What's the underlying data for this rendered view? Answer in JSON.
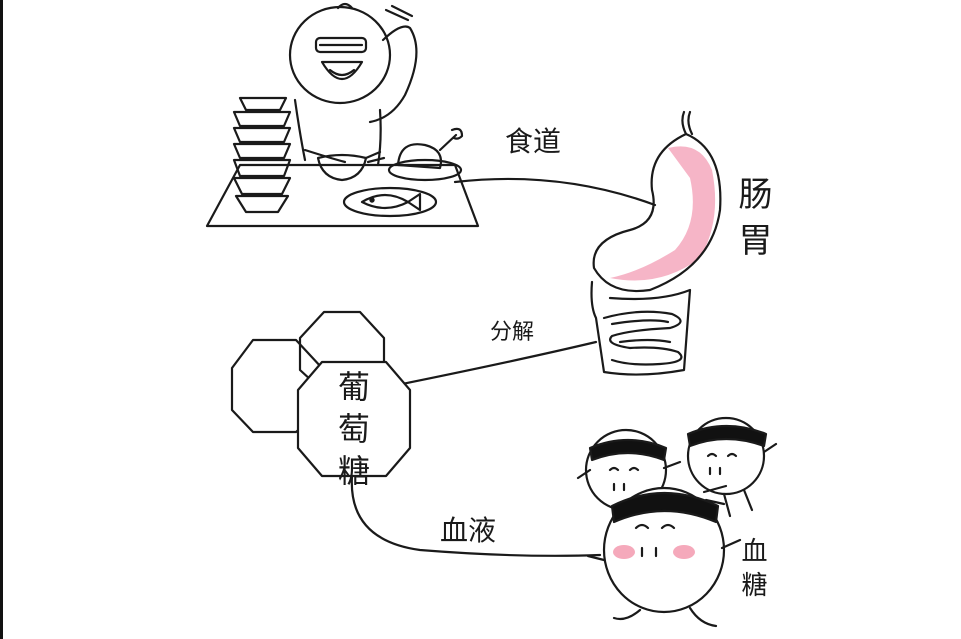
{
  "labels": {
    "esophagus": "食道",
    "gut": "肠胃",
    "digestion": "分解",
    "glucose": "葡萄糖",
    "blood": "血液",
    "blood_sugar": "血糖"
  },
  "colors": {
    "ink": "#1a1a1a",
    "stomach_blush": "#f4a8bd",
    "cheek_blush": "#f5a9bb",
    "headband": "#111111"
  }
}
